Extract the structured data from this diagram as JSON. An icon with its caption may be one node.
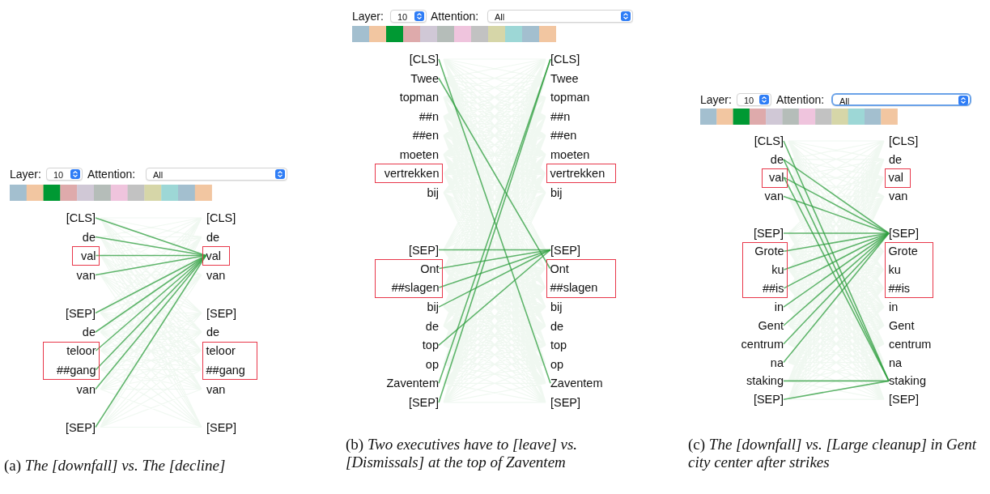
{
  "diagram": {
    "nodes": [
      {
        "text": [
          "[CLS]"
        ]
      },
      {
        "text": [
          "de"
        ]
      },
      {
        "text": [],
        "shape": "box"
      },
      {
        "text": [
          "val"
        ],
        "in": 2
      },
      {
        "text": [
          "van"
        ]
      },
      {
        "text": [
          "[SEP]"
        ]
      },
      {
        "text": [
          "de"
        ]
      },
      {
        "text": [],
        "shape": "box"
      },
      {
        "text": [
          "teloor"
        ],
        "in": 7
      },
      {
        "text": [
          "##gang"
        ],
        "in": 7
      },
      {
        "text": [
          "van"
        ]
      },
      {
        "text": [
          "[SEP]"
        ]
      },
      {
        "text": [
          "[CLS]"
        ]
      },
      {
        "text": [
          "de"
        ]
      },
      {
        "text": [],
        "shape": "box"
      },
      {
        "text": [
          "val"
        ],
        "in": 14
      },
      {
        "text": [
          "van"
        ]
      },
      {
        "text": [
          "[SEP]"
        ]
      },
      {
        "text": [
          "de"
        ]
      },
      {
        "text": [],
        "shape": "box"
      },
      {
        "text": [
          "teloor"
        ],
        "in": 19
      },
      {
        "text": [
          "##gang"
        ],
        "in": 19
      },
      {
        "text": [
          "van"
        ]
      },
      {
        "text": [
          "[SEP]"
        ]
      },
      {
        "text": [
          "[CLS]"
        ]
      },
      {
        "text": [
          "Twee"
        ]
      },
      {
        "text": [
          "topman"
        ]
      },
      {
        "text": [
          "##n"
        ]
      },
      {
        "text": [
          "##en"
        ]
      },
      {
        "text": [
          "moeten"
        ]
      },
      {
        "text": [],
        "shape": "box"
      },
      {
        "text": [
          "vertrekken"
        ],
        "in": 30
      },
      {
        "text": [
          "bij"
        ]
      },
      {
        "text": [
          "[SEP]"
        ]
      },
      {
        "text": [],
        "shape": "box"
      },
      {
        "text": [
          "Ont"
        ],
        "in": 34
      },
      {
        "text": [
          "##slagen"
        ],
        "in": 34
      },
      {
        "text": [
          "bij"
        ]
      },
      {
        "text": [
          "de"
        ]
      },
      {
        "text": [
          "top"
        ]
      },
      {
        "text": [
          "op"
        ]
      },
      {
        "text": [
          "Zaventem"
        ]
      },
      {
        "text": [
          "[SEP]"
        ]
      },
      {
        "text": [
          "[CLS]"
        ]
      },
      {
        "text": [
          "Twee"
        ]
      },
      {
        "text": [
          "topman"
        ]
      },
      {
        "text": [
          "##n"
        ]
      },
      {
        "text": [
          "##en"
        ]
      },
      {
        "text": [
          "moeten"
        ]
      },
      {
        "text": [],
        "shape": "box"
      },
      {
        "text": [
          "vertrekken"
        ],
        "in": 49
      },
      {
        "text": [
          "bij"
        ]
      },
      {
        "text": [
          "[SEP]"
        ]
      },
      {
        "text": [],
        "shape": "box"
      },
      {
        "text": [
          "Ont"
        ],
        "in": 53
      },
      {
        "text": [
          "##slagen"
        ],
        "in": 53
      },
      {
        "text": [
          "bij"
        ]
      },
      {
        "text": [
          "de"
        ]
      },
      {
        "text": [
          "top"
        ]
      },
      {
        "text": [
          "op"
        ]
      },
      {
        "text": [
          "Zaventem"
        ]
      },
      {
        "text": [
          "[SEP]"
        ]
      },
      {
        "text": [
          "[CLS]"
        ]
      },
      {
        "text": [
          "de"
        ]
      },
      {
        "text": [],
        "shape": "box"
      },
      {
        "text": [
          "val"
        ],
        "in": 64
      },
      {
        "text": [
          "van"
        ]
      },
      {
        "text": [
          "[SEP]"
        ]
      },
      {
        "text": [],
        "shape": "box"
      },
      {
        "text": [
          "Grote"
        ],
        "in": 68
      },
      {
        "text": [
          "ku"
        ],
        "in": 68
      },
      {
        "text": [
          "##is"
        ],
        "in": 68
      },
      {
        "text": [
          "in"
        ]
      },
      {
        "text": [
          "Gent"
        ]
      },
      {
        "text": [
          "centrum"
        ]
      },
      {
        "text": [
          "na"
        ]
      },
      {
        "text": [
          "staking"
        ]
      },
      {
        "text": [
          "[SEP]"
        ]
      },
      {
        "text": [
          "[CLS]"
        ]
      },
      {
        "text": [
          "de"
        ]
      },
      {
        "text": [],
        "shape": "box"
      },
      {
        "text": [
          "val"
        ],
        "in": 80
      },
      {
        "text": [
          "van"
        ]
      },
      {
        "text": [
          "[SEP]"
        ]
      },
      {
        "text": [],
        "shape": "box"
      },
      {
        "text": [
          "Grote"
        ],
        "in": 84
      },
      {
        "text": [
          "ku"
        ],
        "in": 84
      },
      {
        "text": [
          "##is"
        ],
        "in": 84
      },
      {
        "text": [
          "in"
        ]
      },
      {
        "text": [
          "Gent"
        ]
      },
      {
        "text": [
          "centrum"
        ]
      },
      {
        "text": [
          "na"
        ]
      },
      {
        "text": [
          "staking"
        ]
      },
      {
        "text": [
          "[SEP]"
        ]
      }
    ],
    "edges": [
      {
        "from": 0,
        "to": 15,
        "arrow": "none"
      },
      {
        "from": 1,
        "to": 15,
        "arrow": "none"
      },
      {
        "from": 3,
        "to": 15,
        "arrow": "none"
      },
      {
        "from": 4,
        "to": 15,
        "arrow": "none"
      },
      {
        "from": 5,
        "to": 15,
        "arrow": "none"
      },
      {
        "from": 6,
        "to": 15,
        "arrow": "none"
      },
      {
        "from": 8,
        "to": 15,
        "arrow": "none"
      },
      {
        "from": 9,
        "to": 15,
        "arrow": "none"
      },
      {
        "from": 10,
        "to": 15,
        "arrow": "none"
      },
      {
        "from": 11,
        "to": 15,
        "arrow": "none"
      },
      {
        "from": 24,
        "to": 60,
        "arrow": "none"
      },
      {
        "from": 25,
        "to": 54,
        "arrow": "none"
      },
      {
        "from": 33,
        "to": 52,
        "arrow": "none"
      },
      {
        "from": 35,
        "to": 52,
        "arrow": "none"
      },
      {
        "from": 36,
        "to": 52,
        "arrow": "none"
      },
      {
        "from": 37,
        "to": 52,
        "arrow": "none"
      },
      {
        "from": 39,
        "to": 52,
        "arrow": "none"
      },
      {
        "from": 41,
        "to": 43,
        "arrow": "none"
      },
      {
        "from": 42,
        "to": 43,
        "arrow": "none"
      },
      {
        "from": 63,
        "to": 83,
        "arrow": "none"
      },
      {
        "from": 65,
        "to": 83,
        "arrow": "none"
      },
      {
        "from": 66,
        "to": 83,
        "arrow": "none"
      },
      {
        "from": 67,
        "to": 83,
        "arrow": "none"
      },
      {
        "from": 69,
        "to": 83,
        "arrow": "none"
      },
      {
        "from": 70,
        "to": 83,
        "arrow": "none"
      },
      {
        "from": 71,
        "to": 83,
        "arrow": "none"
      },
      {
        "from": 72,
        "to": 83,
        "arrow": "none"
      },
      {
        "from": 73,
        "to": 83,
        "arrow": "none"
      },
      {
        "from": 74,
        "to": 83,
        "arrow": "none"
      },
      {
        "from": 75,
        "to": 83,
        "arrow": "none"
      },
      {
        "from": 62,
        "to": 92,
        "arrow": "none"
      },
      {
        "from": 63,
        "to": 92,
        "arrow": "none"
      },
      {
        "from": 65,
        "to": 92,
        "arrow": "none"
      },
      {
        "from": 76,
        "to": 92,
        "arrow": "none"
      },
      {
        "from": 77,
        "to": 92,
        "arrow": "none"
      }
    ],
    "labels": [
      "Layer:",
      "10",
      "Attention:",
      "All",
      "Layer:",
      "10",
      "Attention:",
      "All",
      "Layer:",
      "10",
      "Attention:",
      "All",
      "(a) *The [downfall] vs. The [decline]*",
      "(b) *Two executives have to [leave] vs. [Dismissals] at the top of Zaventem*",
      "(c) *The [downfall] vs. [Large cleanup] in Gent city center after strikes*"
    ]
  }
}
